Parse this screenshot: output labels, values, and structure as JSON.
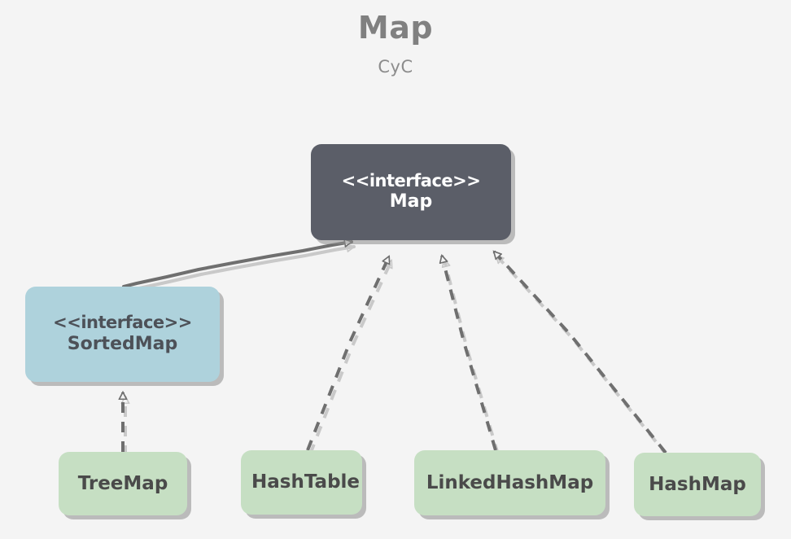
{
  "header": {
    "title": "Map",
    "subtitle": "CyC"
  },
  "palette": {
    "background": "#f4f4f4",
    "title_color": "#808080",
    "subtitle_color": "#8c8c8c",
    "interface_dark_fill": "#5b5e68",
    "interface_dark_text": "#ffffff",
    "interface_light_fill": "#aed2dc",
    "interface_light_text": "#4d5158",
    "concrete_fill": "#c6dfc3",
    "concrete_text": "#4a4a4a",
    "edge_color": "#6f6f6f",
    "edge_shadow_color": "#c9c9c9"
  },
  "nodes": {
    "map": {
      "stereotype": "<<interface>>",
      "name": "Map",
      "kind": "interface"
    },
    "sortedmap": {
      "stereotype": "<<interface>>",
      "name": "SortedMap",
      "kind": "interface"
    },
    "treemap": {
      "name": "TreeMap",
      "kind": "class"
    },
    "hashtable": {
      "name": "HashTable",
      "kind": "class"
    },
    "linkedhashmap": {
      "name": "LinkedHashMap",
      "kind": "class"
    },
    "hashmap": {
      "name": "HashMap",
      "kind": "class"
    }
  },
  "edges": [
    {
      "id": "sortedmap-to-map",
      "from": "SortedMap",
      "to": "Map",
      "style": "solid",
      "arrow": "hollow-triangle",
      "relation": "extends"
    },
    {
      "id": "hashtable-to-map",
      "from": "HashTable",
      "to": "Map",
      "style": "dashed",
      "arrow": "hollow-triangle",
      "relation": "implements"
    },
    {
      "id": "linkedhashmap-to-map",
      "from": "LinkedHashMap",
      "to": "Map",
      "style": "dashed",
      "arrow": "hollow-triangle",
      "relation": "implements"
    },
    {
      "id": "hashmap-to-map",
      "from": "HashMap",
      "to": "Map",
      "style": "dashed",
      "arrow": "hollow-triangle",
      "relation": "implements"
    },
    {
      "id": "treemap-to-sortedmap",
      "from": "TreeMap",
      "to": "SortedMap",
      "style": "dashed",
      "arrow": "hollow-triangle",
      "relation": "implements"
    }
  ]
}
